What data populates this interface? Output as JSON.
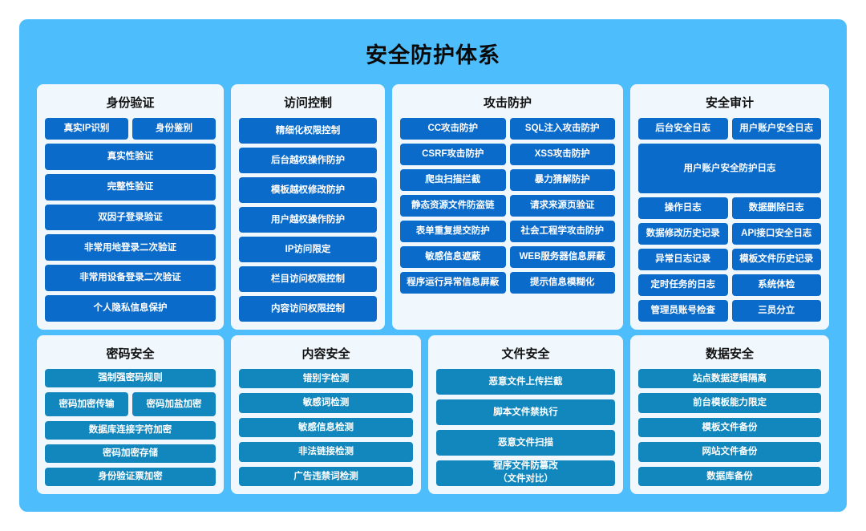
{
  "title": "安全防护体系",
  "theme": {
    "canvas_bg": "#4EBDFB",
    "panel_bg": "#F0F7FD",
    "chip_blue": "#0B6BCB",
    "chip_teal": "#1187BD",
    "title_color": "#0A0A0A"
  },
  "panels": [
    {
      "id": "identity",
      "title": "身份验证",
      "rows": [
        [
          "真实IP识别",
          "身份鉴别"
        ],
        [
          "真实性验证"
        ],
        [
          "完整性验证"
        ],
        [
          "双因子登录验证"
        ],
        [
          "非常用地登录二次验证"
        ],
        [
          "非常用设备登录二次验证"
        ],
        [
          "个人隐私信息保护"
        ]
      ]
    },
    {
      "id": "access",
      "title": "访问控制",
      "rows": [
        [
          "精细化权限控制"
        ],
        [
          "后台越权操作防护"
        ],
        [
          "模板越权修改防护"
        ],
        [
          "用户越权操作防护"
        ],
        [
          "IP访问限定"
        ],
        [
          "栏目访问权限控制"
        ],
        [
          "内容访问权限控制"
        ]
      ]
    },
    {
      "id": "attack",
      "title": "攻击防护",
      "rows": [
        [
          "CC攻击防护",
          "SQL注入攻击防护"
        ],
        [
          "CSRF攻击防护",
          "XSS攻击防护"
        ],
        [
          "爬虫扫描拦截",
          "暴力猜解防护"
        ],
        [
          "静态资源文件防盗链",
          "请求来源页验证"
        ],
        [
          "表单重复提交防护",
          "社会工程学攻击防护"
        ],
        [
          "敏感信息遮蔽",
          "WEB服务器信息屏蔽"
        ],
        [
          "程序运行异常信息屏蔽",
          "提示信息模糊化"
        ]
      ]
    },
    {
      "id": "audit",
      "title": "安全审计",
      "rows": [
        [
          "后台安全日志",
          "用户账户安全日志"
        ],
        [
          "用户账户安全防护日志"
        ],
        [
          "操作日志",
          "数据删除日志"
        ],
        [
          "数据修改历史记录",
          "API接口安全日志"
        ],
        [
          "异常日志记录",
          "模板文件历史记录"
        ],
        [
          "定时任务的日志",
          "系统体检"
        ],
        [
          "管理员账号检查",
          "三员分立"
        ]
      ]
    },
    {
      "id": "password",
      "title": "密码安全",
      "rows": [
        [
          "强制强密码规则"
        ],
        [
          "密码加密传输",
          "密码加盐加密"
        ],
        [
          "数据库连接字符加密"
        ],
        [
          "密码加密存储"
        ],
        [
          "身份验证票加密"
        ]
      ]
    },
    {
      "id": "content",
      "title": "内容安全",
      "rows": [
        [
          "错别字检测"
        ],
        [
          "敏感词检测"
        ],
        [
          "敏感信息检测"
        ],
        [
          "非法链接检测"
        ],
        [
          "广告违禁词检测"
        ]
      ]
    },
    {
      "id": "file",
      "title": "文件安全",
      "rows": [
        [
          "恶意文件上传拦截"
        ],
        [
          "脚本文件禁执行"
        ],
        [
          "恶意文件扫描"
        ]
      ],
      "tall_item": {
        "line1": "程序文件防篡改",
        "line2": "（文件对比）"
      }
    },
    {
      "id": "data",
      "title": "数据安全",
      "rows": [
        [
          "站点数据逻辑隔离"
        ],
        [
          "前台模板能力限定"
        ],
        [
          "模板文件备份"
        ],
        [
          "网站文件备份"
        ],
        [
          "数据库备份"
        ]
      ]
    }
  ]
}
